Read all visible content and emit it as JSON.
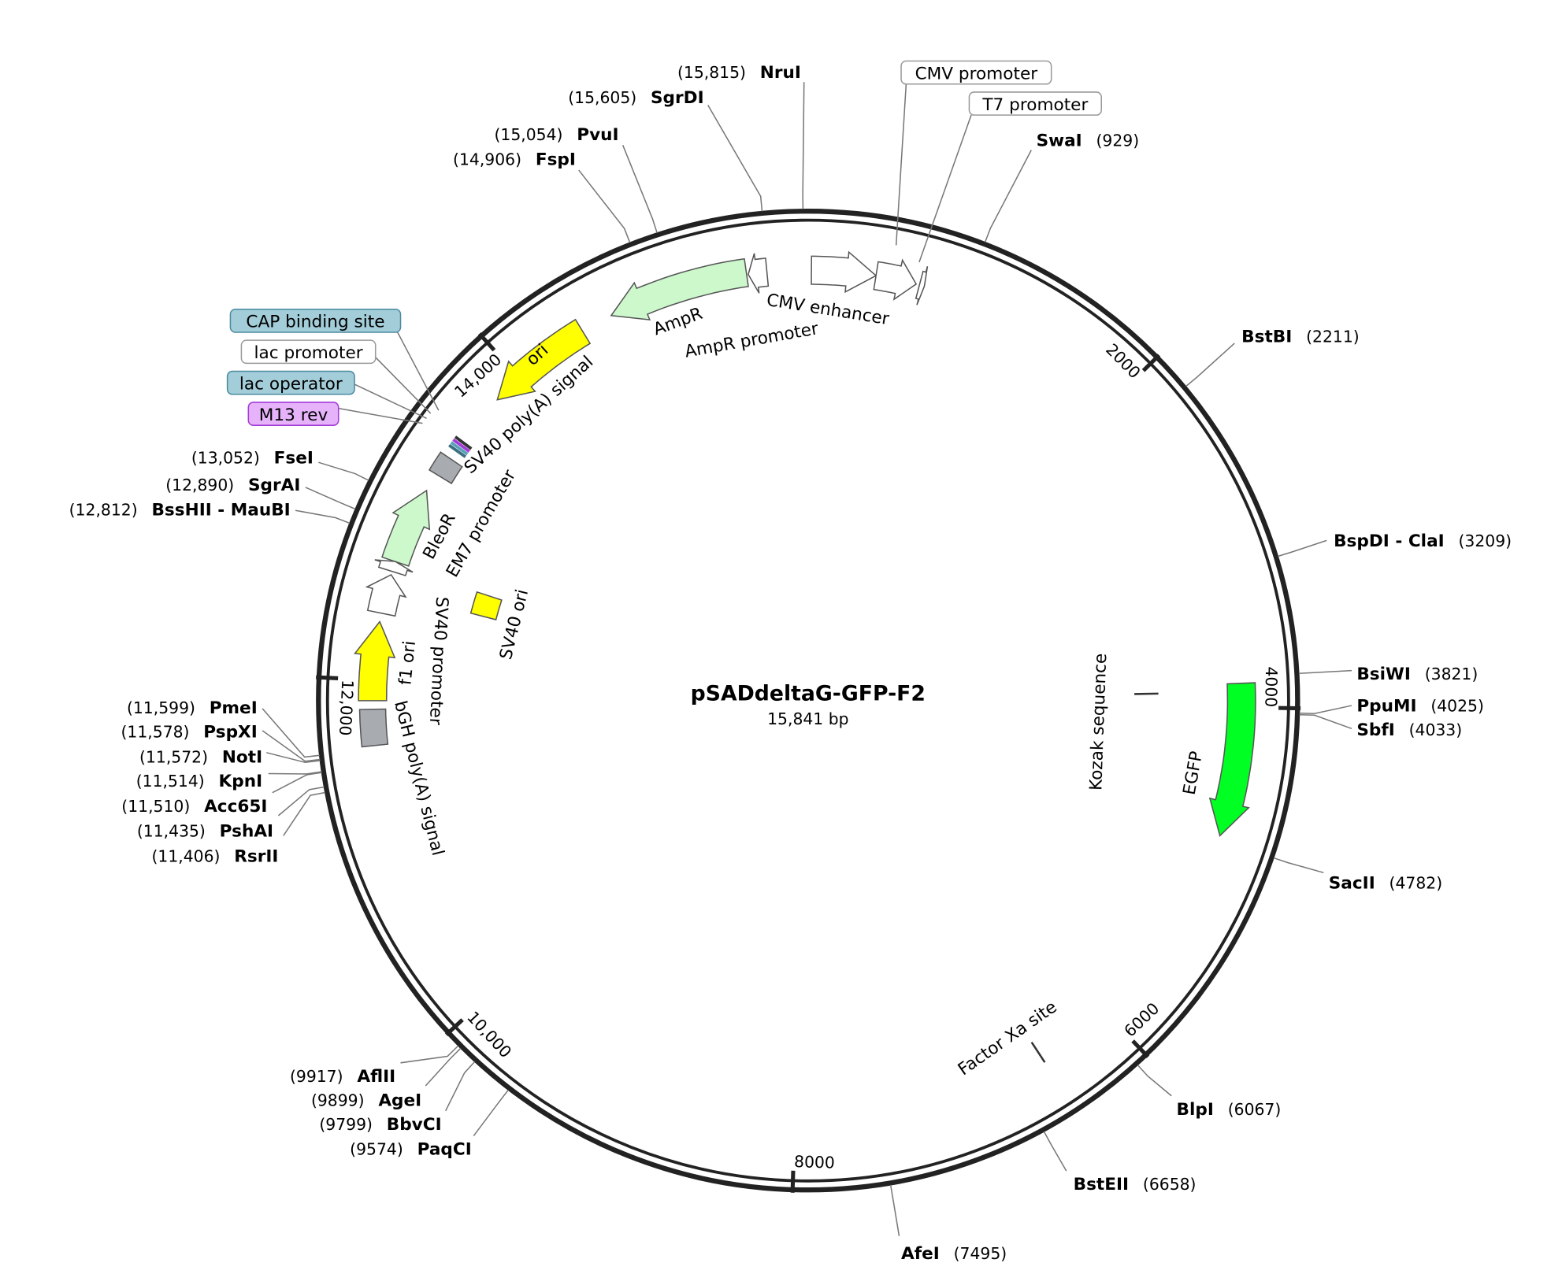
{
  "plasmid": {
    "name": "pSADdeltaG-GFP-F2",
    "length_label": "15,841 bp",
    "length_bp": 15841
  },
  "ticks": [
    {
      "bp": 2000,
      "label": "2000"
    },
    {
      "bp": 4000,
      "label": "4000"
    },
    {
      "bp": 6000,
      "label": "6000"
    },
    {
      "bp": 8000,
      "label": "8000"
    },
    {
      "bp": 10000,
      "label": "10,000"
    },
    {
      "bp": 12000,
      "label": "12,000"
    },
    {
      "bp": 14000,
      "label": "14,000"
    }
  ],
  "sites": [
    {
      "name": "NruI",
      "pos": "(15,815)",
      "bp": 15815
    },
    {
      "name": "SgrDI",
      "pos": "(15,605)",
      "bp": 15605
    },
    {
      "name": "PvuI",
      "pos": "(15,054)",
      "bp": 15054
    },
    {
      "name": "FspI",
      "pos": "(14,906)",
      "bp": 14906
    },
    {
      "name": "SwaI",
      "pos": "(929)",
      "bp": 929
    },
    {
      "name": "BstBI",
      "pos": "(2211)",
      "bp": 2211
    },
    {
      "name": "BspDI - ClaI",
      "pos": "(3209)",
      "bp": 3209
    },
    {
      "name": "BsiWI",
      "pos": "(3821)",
      "bp": 3821
    },
    {
      "name": "PpuMI",
      "pos": "(4025)",
      "bp": 4025
    },
    {
      "name": "SbfI",
      "pos": "(4033)",
      "bp": 4033
    },
    {
      "name": "SacII",
      "pos": "(4782)",
      "bp": 4782
    },
    {
      "name": "BlpI",
      "pos": "(6067)",
      "bp": 6067
    },
    {
      "name": "BstEII",
      "pos": "(6658)",
      "bp": 6658
    },
    {
      "name": "AfeI",
      "pos": "(7495)",
      "bp": 7495
    },
    {
      "name": "PaqCI",
      "pos": "(9574)",
      "bp": 9574
    },
    {
      "name": "BbvCI",
      "pos": "(9799)",
      "bp": 9799
    },
    {
      "name": "AgeI",
      "pos": "(9899)",
      "bp": 9899
    },
    {
      "name": "AflII",
      "pos": "(9917)",
      "bp": 9917
    },
    {
      "name": "RsrII",
      "pos": "(11,406)",
      "bp": 11406
    },
    {
      "name": "PshAI",
      "pos": "(11,435)",
      "bp": 11435
    },
    {
      "name": "Acc65I",
      "pos": "(11,510)",
      "bp": 11510
    },
    {
      "name": "KpnI",
      "pos": "(11,514)",
      "bp": 11514
    },
    {
      "name": "NotI",
      "pos": "(11,572)",
      "bp": 11572
    },
    {
      "name": "PspXI",
      "pos": "(11,578)",
      "bp": 11578
    },
    {
      "name": "PmeI",
      "pos": "(11,599)",
      "bp": 11599
    },
    {
      "name": "BssHII - MauBI",
      "pos": "(12,812)",
      "bp": 12812
    },
    {
      "name": "SgrAI",
      "pos": "(12,890)",
      "bp": 12890
    },
    {
      "name": "FseI",
      "pos": "(13,052)",
      "bp": 13052
    }
  ],
  "features": [
    {
      "label": "CMV enhancer",
      "start": 20,
      "end": 400,
      "color": "#ffffff",
      "dir": "cw"
    },
    {
      "label": "CMV promoter",
      "start": 400,
      "end": 640,
      "color": "#ffffff",
      "dir": "cw"
    },
    {
      "label": "T7 promoter",
      "start": 660,
      "end": 690,
      "color": "#ffffff",
      "dir": "cw"
    },
    {
      "label": "AmpR promoter",
      "start": 15490,
      "end": 15600,
      "color": "#ffffff",
      "dir": "ccw"
    },
    {
      "label": "AmpR",
      "start": 14650,
      "end": 15480,
      "color": "#ccf8cc",
      "dir": "ccw"
    },
    {
      "label": "ori",
      "start": 13820,
      "end": 14460,
      "color": "#ffff00",
      "dir": "ccw"
    },
    {
      "label": "SV40 poly(A) signal",
      "start": 13260,
      "end": 13380,
      "color": "#a8abb0",
      "dir": "none"
    },
    {
      "label": "BleoR",
      "start": 12700,
      "end": 13150,
      "color": "#ccf8cc",
      "dir": "cw"
    },
    {
      "label": "EM7 promoter",
      "start": 12640,
      "end": 12700,
      "color": "#ffffff",
      "dir": "cw"
    },
    {
      "label": "SV40 promoter",
      "start": 12390,
      "end": 12620,
      "color": "#ffffff",
      "dir": "cw"
    },
    {
      "label": "f1 ori",
      "start": 11880,
      "end": 12340,
      "color": "#ffff00",
      "dir": "cw"
    },
    {
      "label": "bGH poly(A) signal",
      "start": 11620,
      "end": 11830,
      "color": "#a8abb0",
      "dir": "none"
    },
    {
      "label": "SV40 ori",
      "start": 12520,
      "end": 12680,
      "color": "#ffff00",
      "dir": "none"
    },
    {
      "label": "EGFP",
      "start": 3860,
      "end": 4760,
      "color": "#00ff22",
      "dir": "cw"
    },
    {
      "label": "Kozak sequence",
      "start": 3910,
      "end": 3920,
      "color": "#000000",
      "dir": "none"
    },
    {
      "label": "Factor Xa site",
      "start": 6460,
      "end": 6470,
      "color": "#000000",
      "dir": "none"
    }
  ],
  "boxed_labels": [
    {
      "text": "CMV promoter",
      "fill": "#ffffff",
      "stroke": "#999999"
    },
    {
      "text": "T7 promoter",
      "fill": "#ffffff",
      "stroke": "#999999"
    },
    {
      "text": "CAP binding site",
      "fill": "#a3cdd8",
      "stroke": "#4a8aa0"
    },
    {
      "text": "lac promoter",
      "fill": "#ffffff",
      "stroke": "#999999"
    },
    {
      "text": "lac operator",
      "fill": "#a3cdd8",
      "stroke": "#4a8aa0"
    },
    {
      "text": "M13 rev",
      "fill": "#e6b3fb",
      "stroke": "#a43bd8"
    }
  ]
}
